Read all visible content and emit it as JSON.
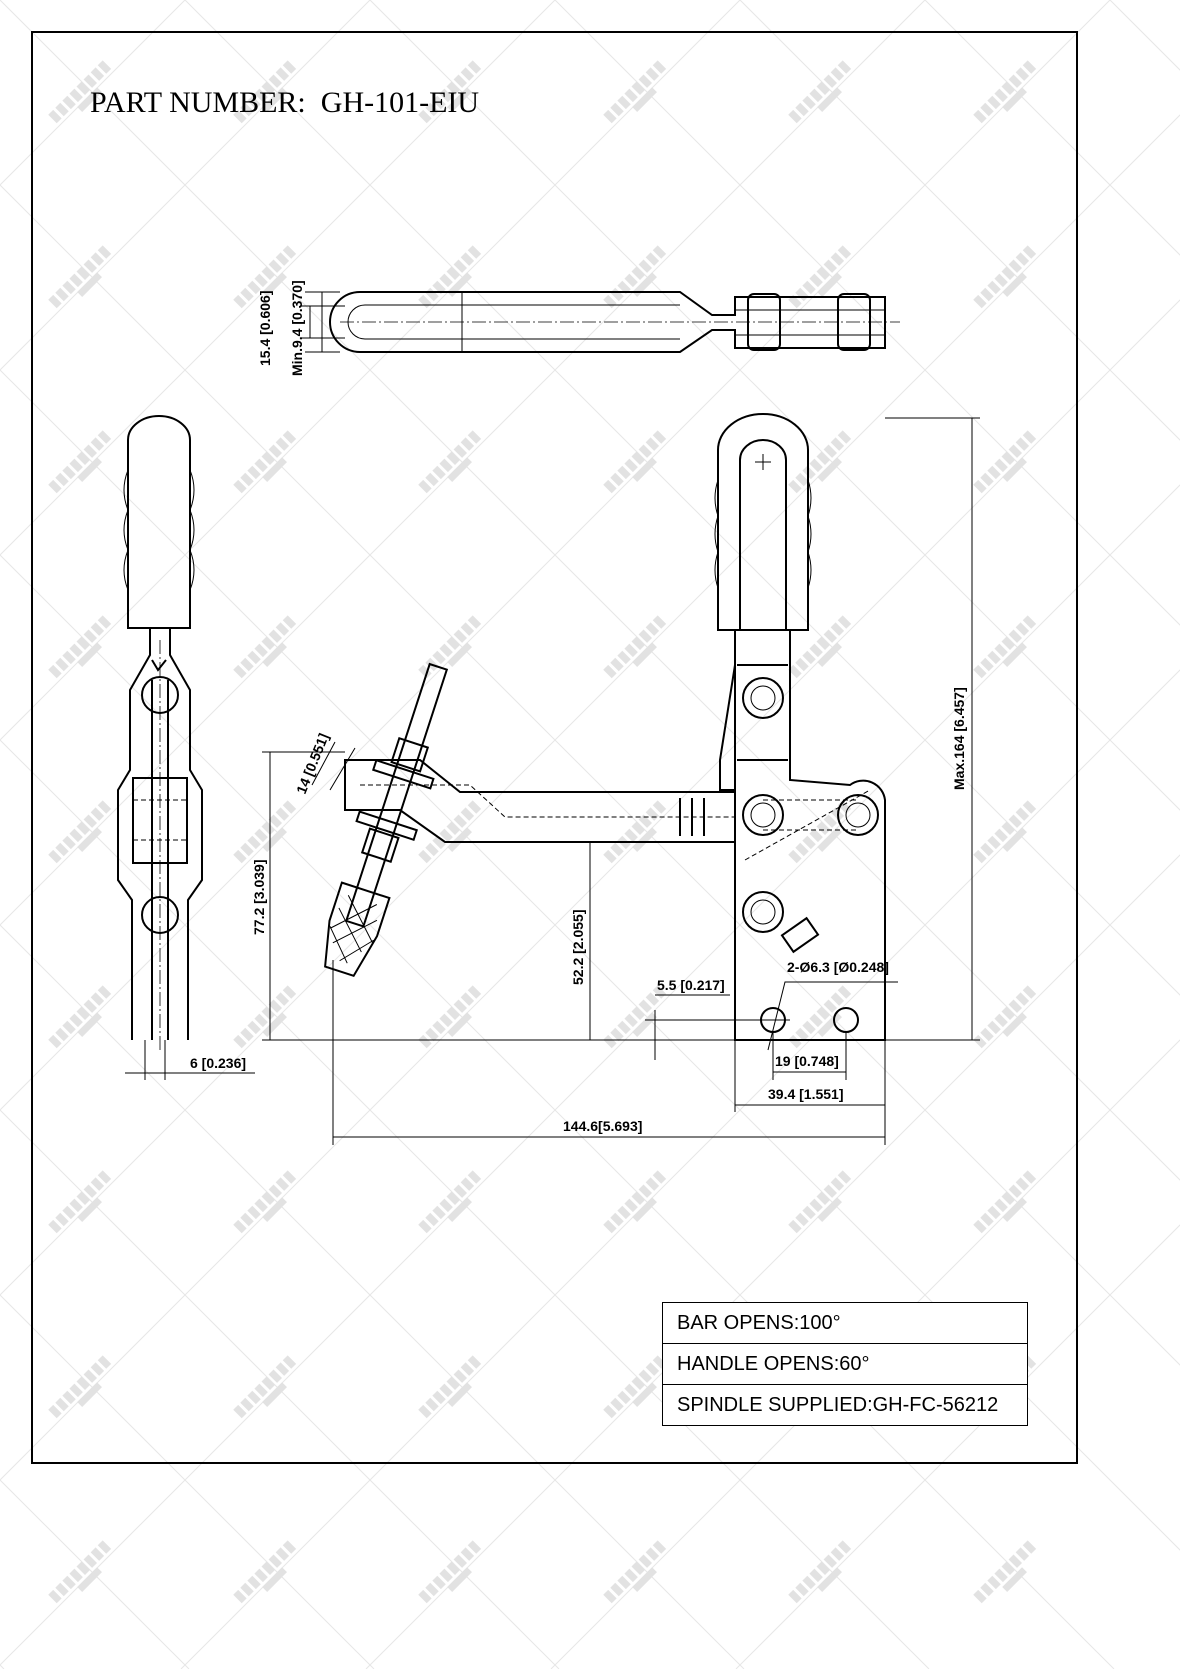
{
  "title": {
    "label": "PART NUMBER:",
    "part_number": "GH-101-EIU"
  },
  "watermark": "JOINTECH",
  "watermark_sub": "导特科",
  "dimensions": {
    "top_width": "15.4 [0.606]",
    "top_min_slot": "Min.9.4 [0.370]",
    "max_height": "Max.164 [6.457]",
    "spindle_dia": "14 [0.551]",
    "spindle_height": "77.2 [3.039]",
    "bar_height": "52.2 [2.055]",
    "hole_offset": "5.5 [0.217]",
    "mount_holes": "2-Ø6.3 [Ø0.248]",
    "hole_spacing": "19 [0.748]",
    "base_width": "39.4 [1.551]",
    "overall_length": "144.6[5.693]",
    "side_thickness": "6 [0.236]"
  },
  "specs": [
    {
      "text": "BAR OPENS:100°"
    },
    {
      "text": "HANDLE OPENS:60°"
    },
    {
      "text": "SPINDLE SUPPLIED:GH-FC-56212"
    }
  ]
}
